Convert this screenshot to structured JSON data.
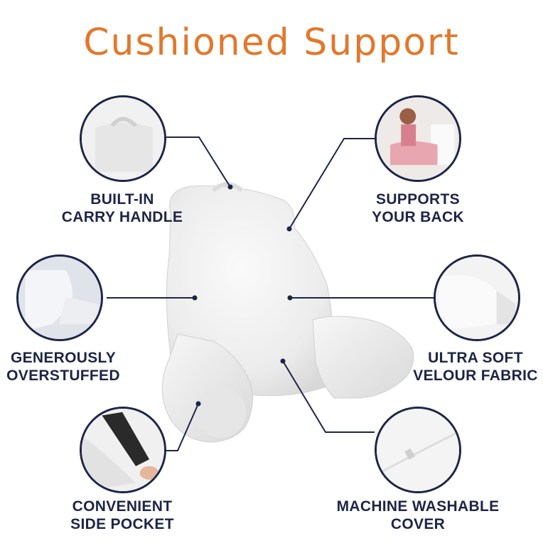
{
  "title": "Cushioned Support",
  "features": {
    "carry_handle": [
      "BUILT-IN",
      "CARRY HANDLE"
    ],
    "back_support": [
      "SUPPORTS",
      "YOUR BACK"
    ],
    "overstuffed": [
      "GENEROUSLY",
      "OVERSTUFFED"
    ],
    "velour": [
      "ULTRA SOFT",
      "VELOUR FABRIC"
    ],
    "pocket": [
      "CONVENIENT",
      "SIDE POCKET"
    ],
    "washable": [
      "MACHINE WASHABLE",
      "COVER"
    ]
  },
  "colors": {
    "title": "#e2782c",
    "label": "#1d2547",
    "line": "#1d2547",
    "pillow": "#ededed"
  }
}
